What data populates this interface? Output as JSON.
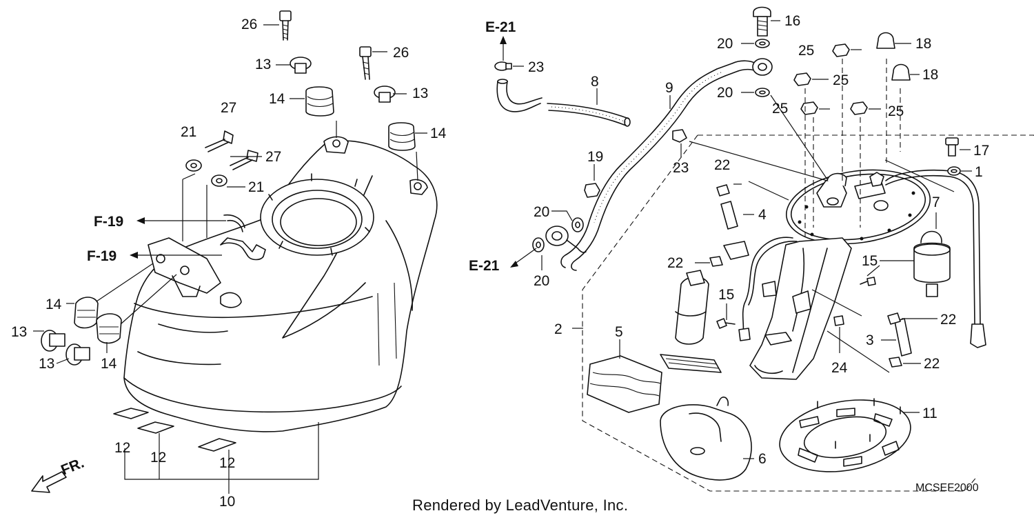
{
  "diagram": {
    "code": "MCSEF2000",
    "credit": "Rendered by LeadVenture, Inc.",
    "front_marker": "FR.",
    "references": [
      "E-21",
      "E-21",
      "F-19",
      "F-19"
    ],
    "part_labels": [
      "1",
      "2",
      "3",
      "4",
      "5",
      "6",
      "7",
      "8",
      "9",
      "10",
      "11",
      "12",
      "12",
      "12",
      "13",
      "13",
      "13",
      "13",
      "14",
      "14",
      "14",
      "14",
      "15",
      "15",
      "16",
      "17",
      "18",
      "18",
      "19",
      "20",
      "20",
      "20",
      "20",
      "21",
      "21",
      "22",
      "22",
      "22",
      "22",
      "23",
      "23",
      "24",
      "25",
      "25",
      "25",
      "25",
      "26",
      "26",
      "27",
      "27"
    ]
  }
}
